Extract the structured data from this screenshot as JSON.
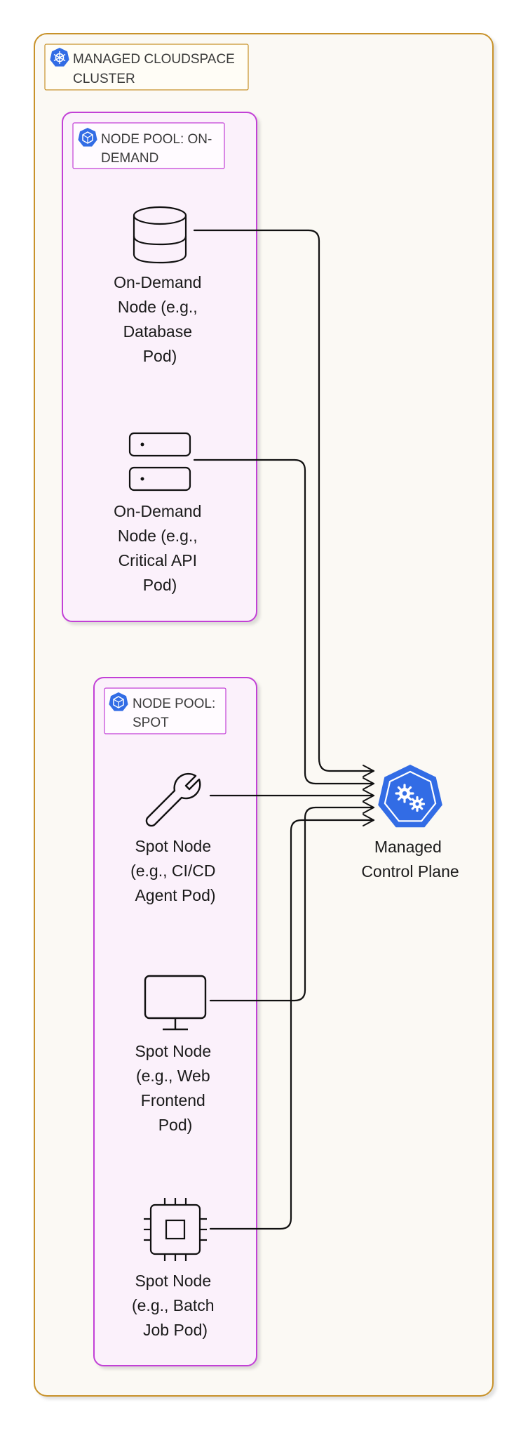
{
  "cluster": {
    "title_lines": [
      "MANAGED CLOUDSPACE",
      "CLUSTER"
    ],
    "icon": "kubernetes-helm-icon",
    "border_color": "#c8922a",
    "fill_color": "#fbf9f4"
  },
  "pools": [
    {
      "id": "on-demand",
      "title_lines": [
        "NODE POOL: ON-",
        "DEMAND"
      ],
      "icon": "kubernetes-pool-icon",
      "border_color": "#c23fd6",
      "fill_color": "#fbf1fb",
      "nodes": [
        {
          "id": "database",
          "icon": "database-icon",
          "label_lines": [
            "On-Demand",
            "Node  (e.g.,",
            "Database",
            "Pod)"
          ]
        },
        {
          "id": "critical-api",
          "icon": "server-icon",
          "label_lines": [
            "On-Demand",
            "Node  (e.g.,",
            "Critical API",
            "Pod)"
          ]
        }
      ]
    },
    {
      "id": "spot",
      "title_lines": [
        "NODE POOL:",
        "SPOT"
      ],
      "icon": "kubernetes-pool-icon",
      "border_color": "#c23fd6",
      "fill_color": "#fbf1fb",
      "nodes": [
        {
          "id": "cicd",
          "icon": "wrench-icon",
          "label_lines": [
            "Spot Node",
            "(e.g., CI/CD",
            "Agent Pod)"
          ]
        },
        {
          "id": "web",
          "icon": "monitor-icon",
          "label_lines": [
            "Spot Node",
            "(e.g., Web",
            "Frontend",
            "Pod)"
          ]
        },
        {
          "id": "batch",
          "icon": "cpu-chip-icon",
          "label_lines": [
            "Spot Node",
            "(e.g., Batch",
            "Job Pod)"
          ]
        }
      ]
    }
  ],
  "control_plane": {
    "icon": "kubernetes-control-plane-icon",
    "label_lines": [
      "Managed",
      "Control Plane"
    ],
    "color": "#326ce5"
  },
  "connectors": [
    {
      "from": "database",
      "to": "control_plane"
    },
    {
      "from": "critical-api",
      "to": "control_plane"
    },
    {
      "from": "cicd",
      "to": "control_plane"
    },
    {
      "from": "web",
      "to": "control_plane"
    },
    {
      "from": "batch",
      "to": "control_plane"
    }
  ]
}
